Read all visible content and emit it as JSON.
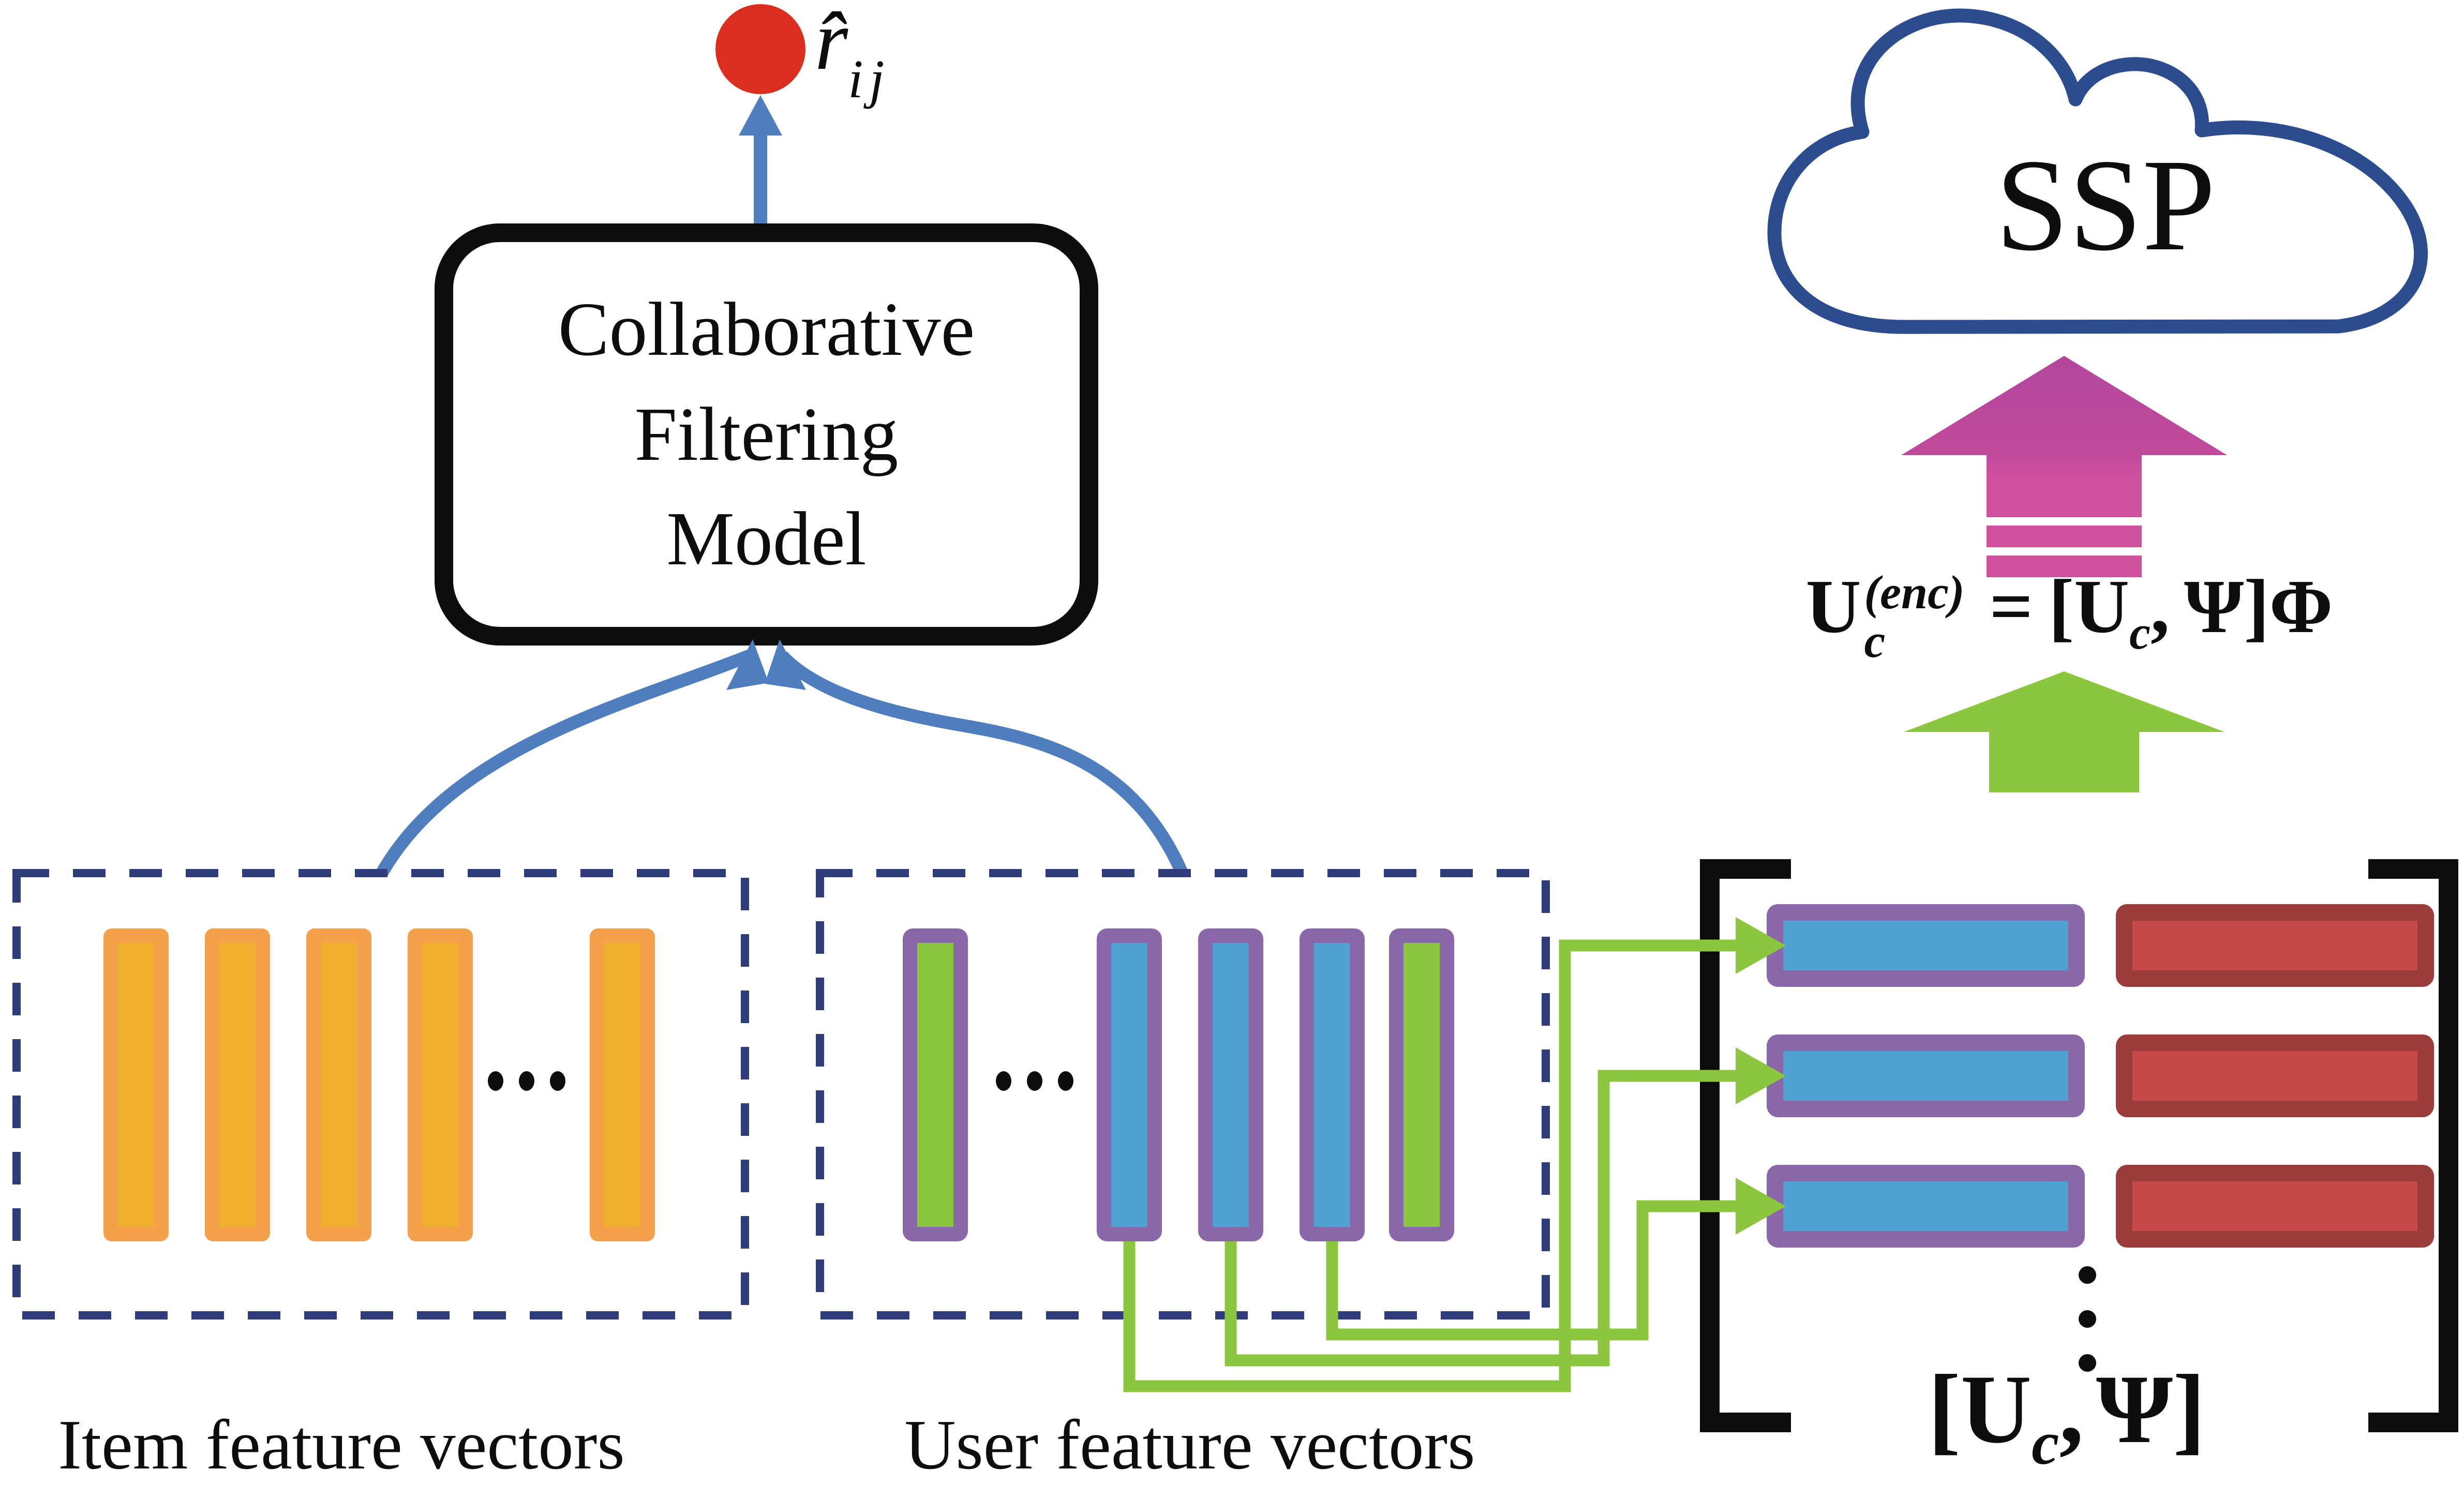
{
  "figure": {
    "prediction_node": {
      "symbol": "r̂",
      "subscript": "ij"
    },
    "model_box": {
      "lines": [
        "Collaborative",
        "Filtering",
        "Model"
      ]
    },
    "item_box": {
      "label": "Item feature vectors"
    },
    "user_box": {
      "label": "User feature vectors"
    },
    "cloud": {
      "label": "SSP"
    },
    "encode_equation": {
      "u": "U",
      "sup": "(enc)",
      "sub": "c",
      "equals": "=",
      "open": "[",
      "u2": "U",
      "sub2": "c",
      "comma": ",",
      "psi": "Ψ",
      "close": "]",
      "phi": "Φ"
    },
    "matrix_label": {
      "open": "[",
      "u": "U",
      "sub": "c",
      "comma": ",",
      "psi": "Ψ",
      "close": "]"
    }
  },
  "colors": {
    "prediction_red": "#d92e20",
    "arrow_blue": "#4e7ebd",
    "dashed_navy": "#303d7d",
    "item_bar_border": "#f5a14b",
    "item_bar_fill": "#f0b02f",
    "vector_purple": "#8a67a8",
    "vector_blue": "#4ea2d2",
    "vector_green": "#8cc63f",
    "magenta_arrow": "#be3f9e",
    "magenta_stripe": "#d0509e",
    "cloud_navy": "#2b4c8e",
    "matrix_red_border": "#9a3c3a",
    "matrix_red_fill": "#c44b49",
    "ink_black": "#0d0d0d"
  }
}
